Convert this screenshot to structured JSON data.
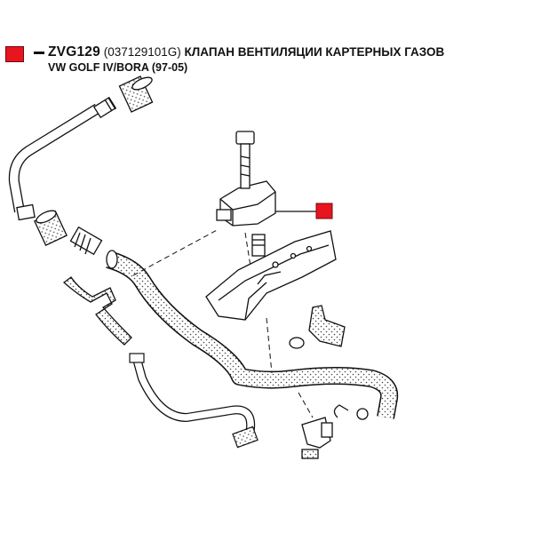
{
  "header": {
    "code": "ZVG129",
    "oem": "(037129101G)",
    "name": "КЛАПАН ВЕНТИЛЯЦИИ КАРТЕРНЫХ ГАЗОВ",
    "vehicle": "VW GOLF IV/BORA (97-05)"
  },
  "colors": {
    "marker": "#e8141e",
    "line": "#111111"
  },
  "icons": {
    "marker": "red-square-marker-icon"
  }
}
